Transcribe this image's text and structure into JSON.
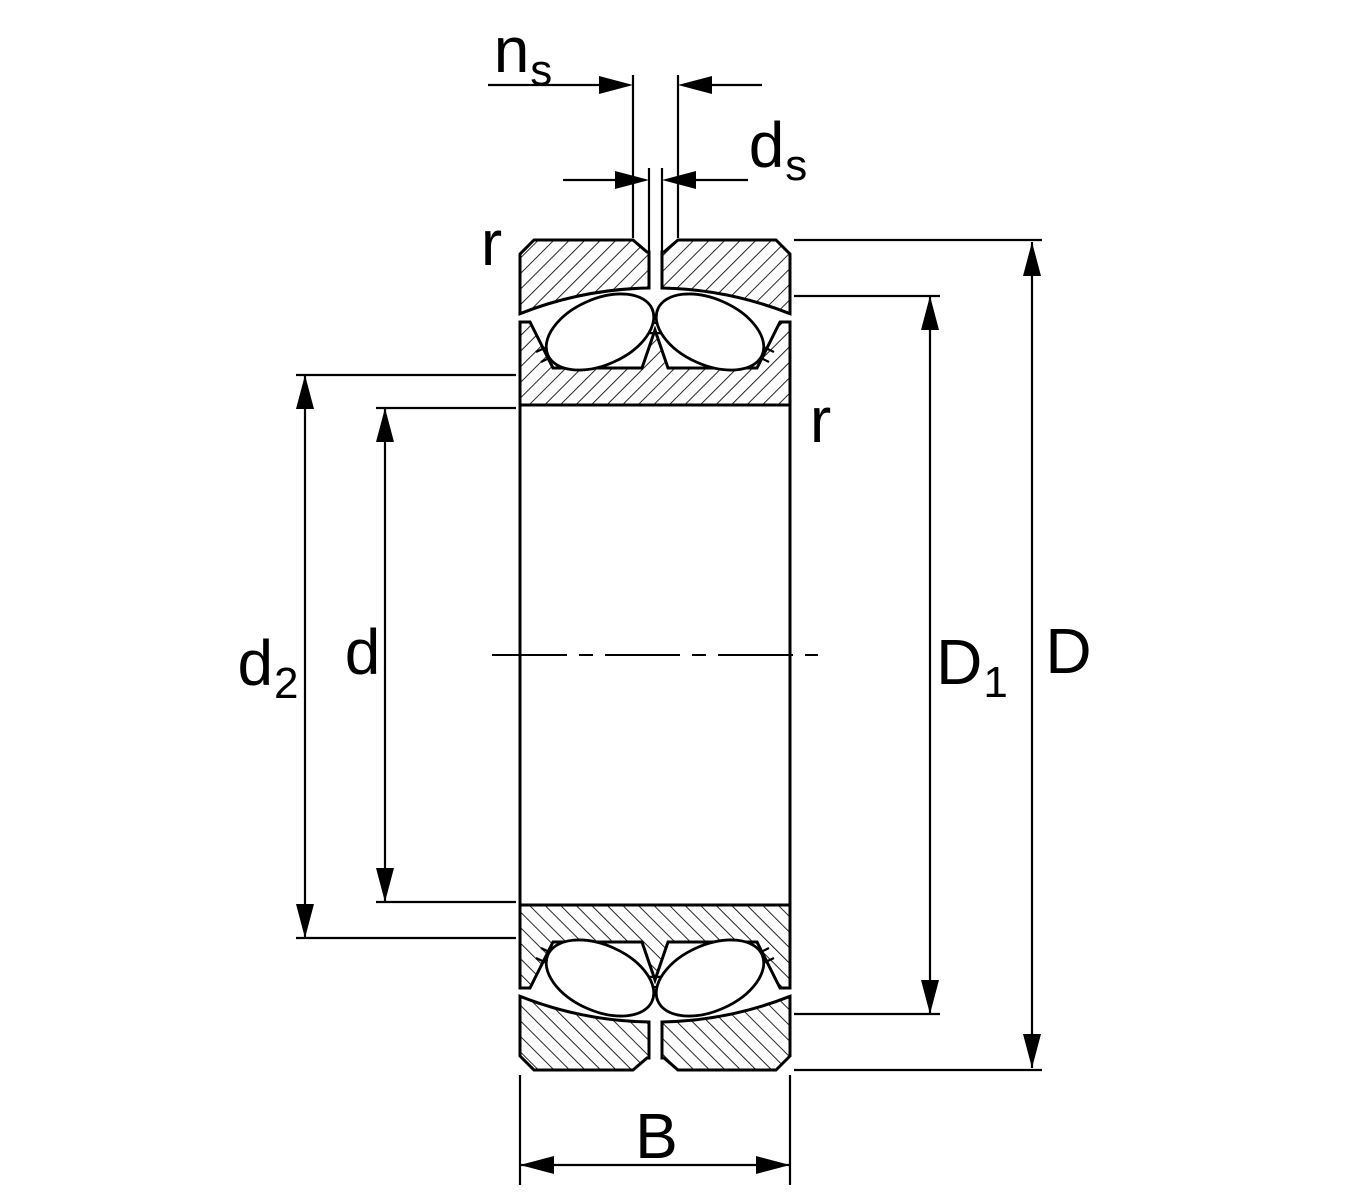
{
  "diagram": {
    "type": "technical-drawing",
    "subject": "Spherical roller bearing cross-section with dimension annotations",
    "background_color": "#ffffff",
    "line_color": "#000000",
    "labels": {
      "ns": {
        "base": "n",
        "sub": "s"
      },
      "ds": {
        "base": "d",
        "sub": "s"
      },
      "r_top": {
        "base": "r",
        "sub": ""
      },
      "r_side": {
        "base": "r",
        "sub": ""
      },
      "d2": {
        "base": "d",
        "sub": "2"
      },
      "d": {
        "base": "d",
        "sub": ""
      },
      "D1": {
        "base": "D",
        "sub": "1"
      },
      "D": {
        "base": "D",
        "sub": ""
      },
      "B": {
        "base": "B",
        "sub": ""
      }
    }
  }
}
